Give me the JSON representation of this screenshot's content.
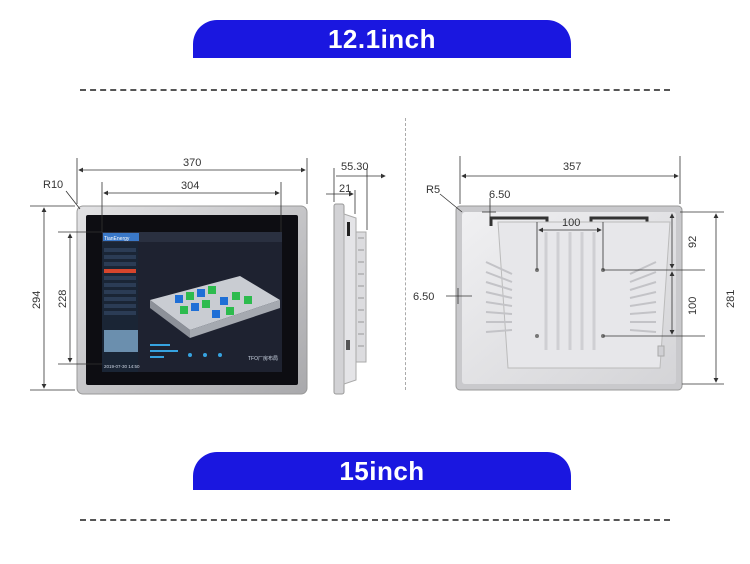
{
  "banners": {
    "top": "12.1inch",
    "bottom": "15inch"
  },
  "front": {
    "width_outer": "370",
    "width_screen": "304",
    "height_outer": "294",
    "height_screen": "228",
    "corner_radius": "R10"
  },
  "side": {
    "depth_total": "55.30",
    "depth_bezel": "21"
  },
  "back": {
    "width": "357",
    "corner_radius": "R5",
    "offset_top": "6.50",
    "hole_spacing": "100",
    "offset_left": "6.50",
    "vertical_1": "92",
    "vertical_2": "100",
    "height": "281"
  },
  "screen_ui": {
    "logo": "TianEnergy",
    "footer": "TFO厂房布局",
    "date": "2019-07-30  14:50"
  },
  "colors": {
    "banner": "#1a17e0",
    "frame": "#c4c4c6",
    "screen": "#0d0d12",
    "line": "#333333"
  }
}
